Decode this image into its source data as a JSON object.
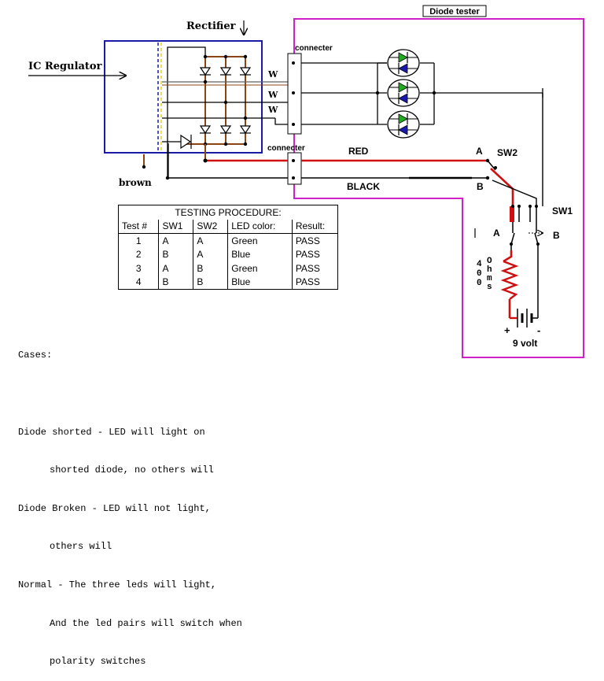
{
  "labels": {
    "rectifier": "Rectifier",
    "ic_regulator": "IC Regulator",
    "diode_tester": "Diode tester",
    "connecter": "connecter",
    "red": "RED",
    "black": "BLACK",
    "brown": "brown",
    "w": "W",
    "sw1": "SW1",
    "sw2": "SW2",
    "a": "A",
    "b": "B",
    "ohms_value": "400",
    "ohms_unit": "Ohms",
    "plus": "+",
    "minus": "-",
    "battery": "9 volt"
  },
  "table": {
    "title": "TESTING PROCEDURE:",
    "headers": [
      "Test #",
      "SW1",
      "SW2",
      "LED color:",
      "Result:"
    ],
    "rows": [
      [
        "1",
        "A",
        "A",
        "Green",
        "PASS"
      ],
      [
        "2",
        "B",
        "A",
        "Blue",
        "PASS"
      ],
      [
        "3",
        "A",
        "B",
        "Green",
        "PASS"
      ],
      [
        "4",
        "B",
        "B",
        "Blue",
        "PASS"
      ]
    ]
  },
  "cases": {
    "title": "Cases:",
    "lines": [
      "Diode shorted - LED will light on",
      "shorted diode, no others will",
      "Diode Broken - LED will not light,",
      "others will",
      "Normal - The three leds will light,",
      "And the led pairs will switch when",
      "polarity switches"
    ]
  },
  "colors": {
    "regulator_box": "#1a1aa8",
    "tester_box": "#d020c8",
    "brown_wire": "#8b4513",
    "red_wire": "#d01010",
    "led_green": "#22aa22",
    "led_blue": "#1a1aa8"
  }
}
